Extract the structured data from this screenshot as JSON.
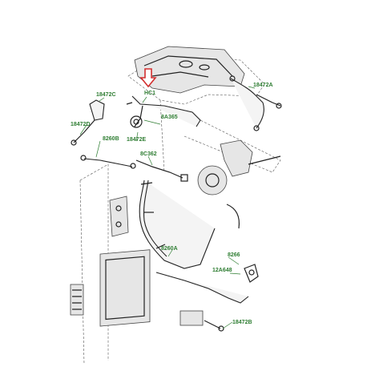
{
  "colors": {
    "label": "#2e7d32",
    "arrow": "#d32f2f",
    "line": "#222222"
  },
  "labels": {
    "hc1": "HC1",
    "p18472a": "18472A",
    "p18472c": "18472C",
    "p18472d": "18472D",
    "p18472e": "18472E",
    "p8a365": "8A365",
    "p8260b": "8260B",
    "p8c362": "8C362",
    "p8260a": "8260A",
    "p8266": "8266",
    "p12a648": "12A648",
    "p18472b": "18472B"
  },
  "icons": {
    "callout_arrow": "down-arrow-icon"
  }
}
